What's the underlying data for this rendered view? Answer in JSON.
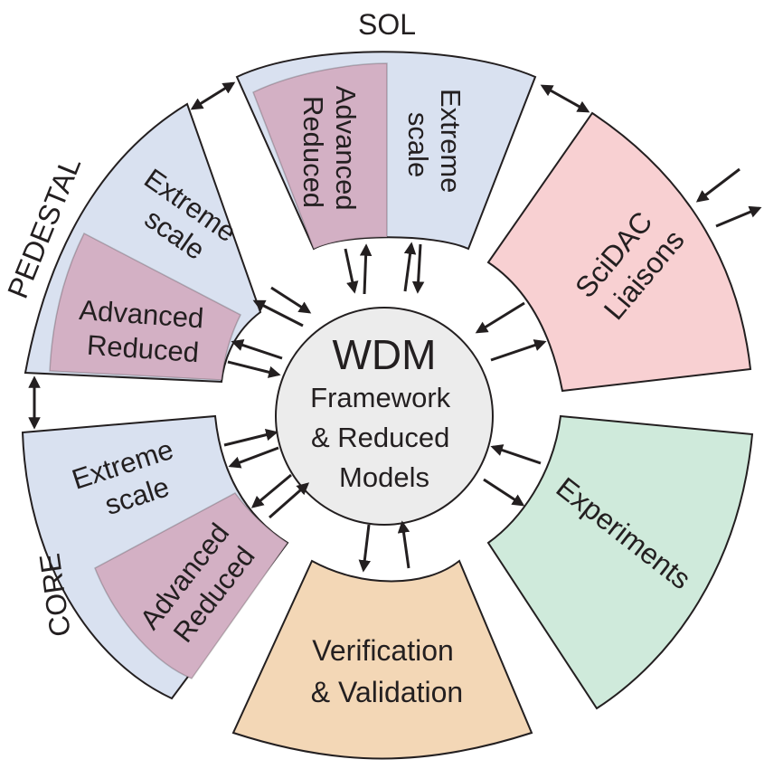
{
  "center": {
    "title": "WDM",
    "lines": [
      "Framework",
      "& Reduced",
      "Models"
    ]
  },
  "segments": {
    "sol": {
      "outer_label": "SOL",
      "extreme": [
        "Extreme",
        "scale"
      ],
      "advanced": [
        "Advanced",
        "Reduced"
      ]
    },
    "pedestal": {
      "outer_label": "PEDESTAL",
      "extreme": [
        "Extreme",
        "scale"
      ],
      "advanced": [
        "Advanced",
        "Reduced"
      ]
    },
    "core": {
      "outer_label": "CORE",
      "extreme": [
        "Extreme",
        "scale"
      ],
      "advanced": [
        "Advanced",
        "Reduced"
      ]
    },
    "scidac": {
      "lines": [
        "SciDAC",
        "Liaisons"
      ]
    },
    "experiments": {
      "lines": [
        "Experiments"
      ]
    },
    "verification": {
      "lines": [
        "Verification",
        "& Validation"
      ]
    }
  },
  "colors": {
    "extreme": "#d9e1f0",
    "advanced": "#d3b0c4",
    "scidac": "#f8d0d2",
    "experiments": "#cfeadb",
    "verification": "#f3d7b6",
    "center": "#ececec"
  }
}
